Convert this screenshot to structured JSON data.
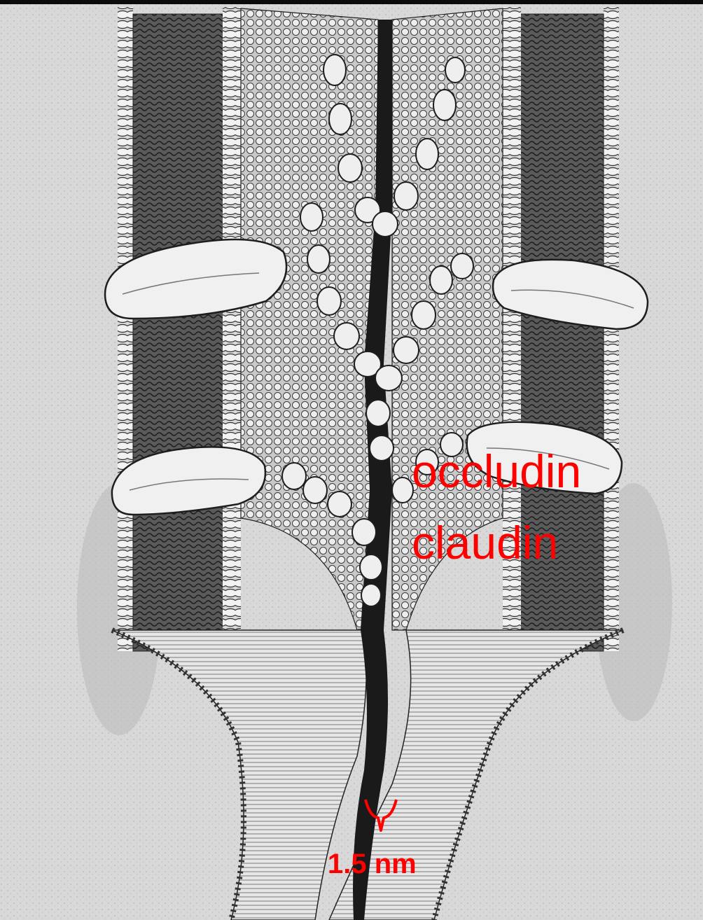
{
  "labels": {
    "protein_label_line1": "occludin",
    "protein_label_line2": "claudin",
    "gap_label": "1.5 nm"
  },
  "colors": {
    "background": "#d8d8d8",
    "ink": "#222222",
    "membrane_fill": "#e4e4e4",
    "protein_fill": "#efefef",
    "annotation": "#ff0000"
  },
  "icons": {
    "gap_marker": "brace-icon"
  }
}
